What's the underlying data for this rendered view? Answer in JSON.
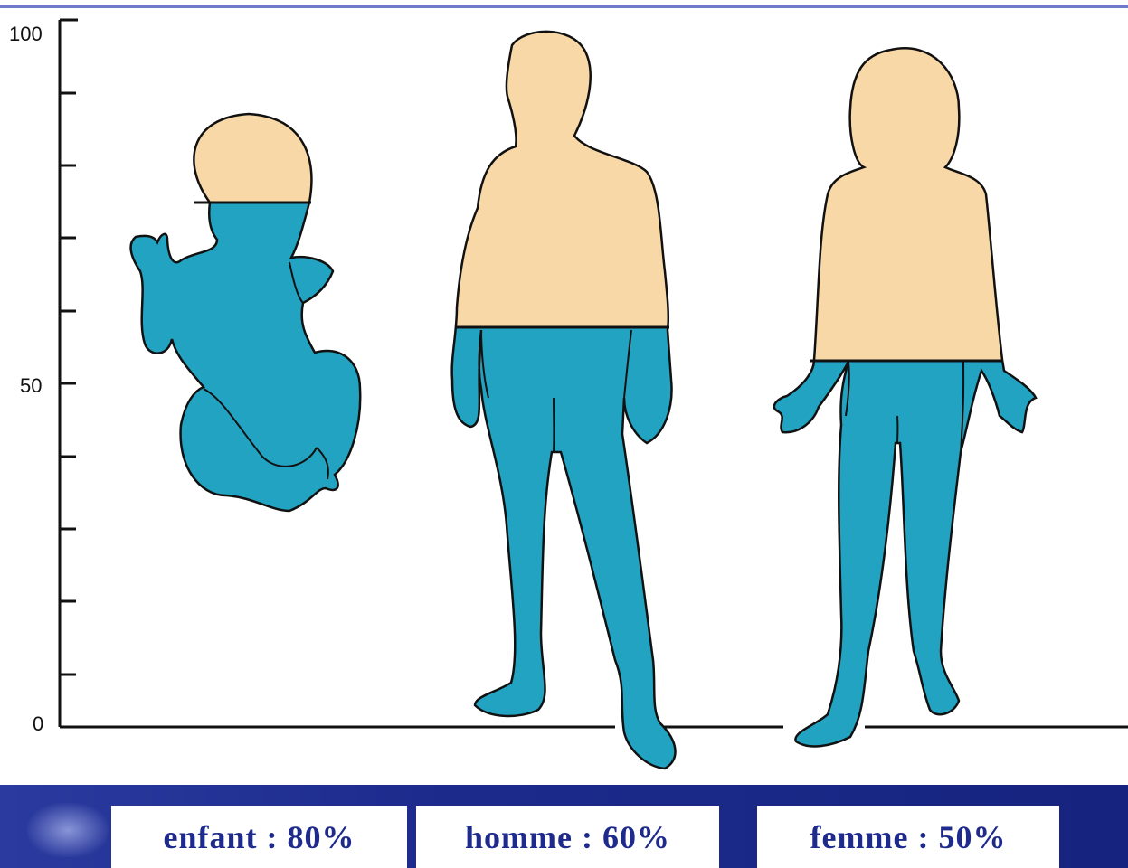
{
  "axis": {
    "ticks": [
      "100",
      "50",
      "0"
    ]
  },
  "figures": [
    {
      "id": "enfant",
      "label": "enfant : 80%",
      "water_fraction": 0.8
    },
    {
      "id": "homme",
      "label": "homme : 60%",
      "water_fraction": 0.6
    },
    {
      "id": "femme",
      "label": "femme : 50%",
      "water_fraction": 0.5
    }
  ],
  "colors": {
    "water": "#23a3c2",
    "skin": "#f8d8a6",
    "outline": "#111111",
    "footer": "#1c2a8c"
  }
}
